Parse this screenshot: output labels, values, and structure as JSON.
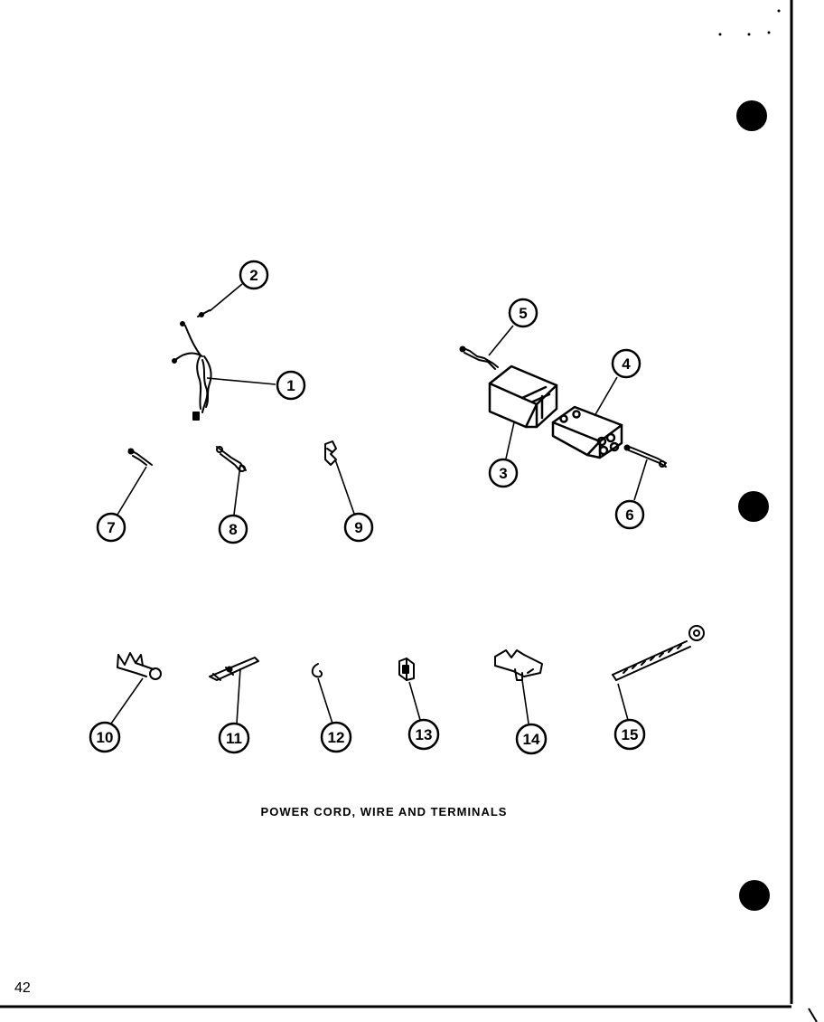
{
  "diagram": {
    "caption": "POWER CORD, WIRE AND TERMINALS",
    "page_number": "42",
    "callouts": [
      {
        "label": "1"
      },
      {
        "label": "2"
      },
      {
        "label": "3"
      },
      {
        "label": "4"
      },
      {
        "label": "5"
      },
      {
        "label": "6"
      },
      {
        "label": "7"
      },
      {
        "label": "8"
      },
      {
        "label": "9"
      },
      {
        "label": "10"
      },
      {
        "label": "11"
      },
      {
        "label": "12"
      },
      {
        "label": "13"
      },
      {
        "label": "14"
      },
      {
        "label": "15"
      }
    ]
  }
}
